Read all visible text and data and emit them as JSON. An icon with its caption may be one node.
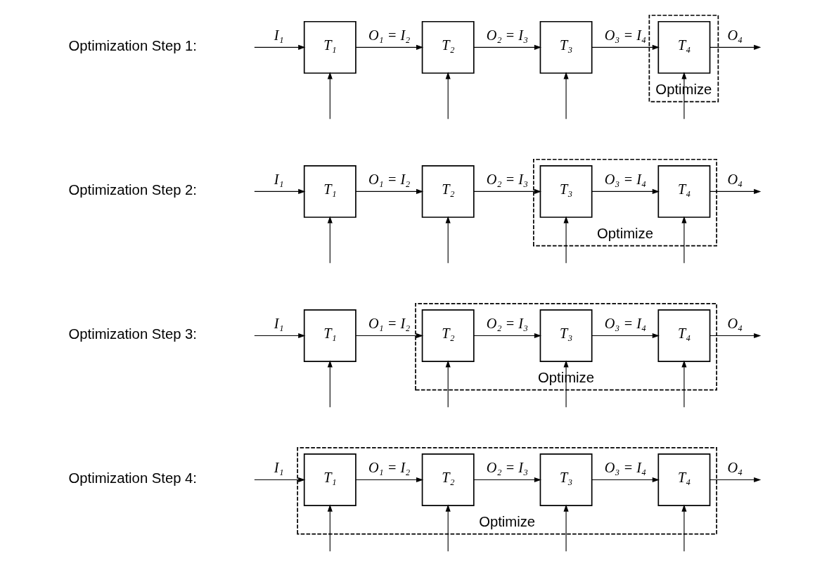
{
  "diagram": {
    "nodes": [
      {
        "text": [
          "T₁"
        ]
      },
      {
        "text": [
          "T₂"
        ]
      },
      {
        "text": [
          "T₃"
        ]
      },
      {
        "text": [
          "Optimize"
        ]
      },
      {
        "text": [
          "T₄"
        ],
        "in": 3
      },
      {
        "text": [
          "T₁"
        ]
      },
      {
        "text": [
          "T₂"
        ]
      },
      {
        "text": [
          "Optimize"
        ]
      },
      {
        "text": [
          "T₃"
        ],
        "in": 7
      },
      {
        "text": [
          "T₄"
        ],
        "in": 7
      },
      {
        "text": [
          "T₁"
        ]
      },
      {
        "text": [
          "Optimize"
        ]
      },
      {
        "text": [
          "T₂"
        ],
        "in": 11
      },
      {
        "text": [
          "T₃"
        ],
        "in": 11
      },
      {
        "text": [
          "T₄"
        ],
        "in": 11
      },
      {
        "text": [
          "Optimize"
        ]
      },
      {
        "text": [
          "T₁"
        ],
        "in": 15
      },
      {
        "text": [
          "T₂"
        ],
        "in": 15
      },
      {
        "text": [
          "T₃"
        ],
        "in": 15
      },
      {
        "text": [
          "T₄"
        ],
        "in": 15
      }
    ],
    "edges": [
      {
        "from": null,
        "to": 0,
        "arrow": "to",
        "label": "I₁"
      },
      {
        "from": 0,
        "to": 1,
        "arrow": "to",
        "label": "O₁ = I₂"
      },
      {
        "from": 1,
        "to": 2,
        "arrow": "to",
        "label": "O₂ = I₃"
      },
      {
        "from": 2,
        "to": 4,
        "arrow": "to",
        "label": "O₃ = I₄"
      },
      {
        "from": 4,
        "to": null,
        "arrow": "to",
        "label": "O₄"
      },
      {
        "from": null,
        "to": 0,
        "arrow": "to"
      },
      {
        "from": null,
        "to": 1,
        "arrow": "to"
      },
      {
        "from": null,
        "to": 2,
        "arrow": "to"
      },
      {
        "from": null,
        "to": 4,
        "arrow": "to"
      },
      {
        "from": null,
        "to": 5,
        "arrow": "to",
        "label": "I₁"
      },
      {
        "from": 5,
        "to": 6,
        "arrow": "to",
        "label": "O₁ = I₂"
      },
      {
        "from": 6,
        "to": 8,
        "arrow": "to",
        "label": "O₂ = I₃"
      },
      {
        "from": 8,
        "to": 9,
        "arrow": "to",
        "label": "O₃ = I₄"
      },
      {
        "from": 9,
        "to": null,
        "arrow": "to",
        "label": "O₄"
      },
      {
        "from": null,
        "to": 5,
        "arrow": "to"
      },
      {
        "from": null,
        "to": 6,
        "arrow": "to"
      },
      {
        "from": null,
        "to": 8,
        "arrow": "to"
      },
      {
        "from": null,
        "to": 9,
        "arrow": "to"
      },
      {
        "from": null,
        "to": 10,
        "arrow": "to",
        "label": "I₁"
      },
      {
        "from": 10,
        "to": 12,
        "arrow": "to",
        "label": "O₁ = I₂"
      },
      {
        "from": 12,
        "to": 13,
        "arrow": "to",
        "label": "O₂ = I₃"
      },
      {
        "from": 13,
        "to": 14,
        "arrow": "to",
        "label": "O₃ = I₄"
      },
      {
        "from": 14,
        "to": null,
        "arrow": "to",
        "label": "O₄"
      },
      {
        "from": null,
        "to": 10,
        "arrow": "to"
      },
      {
        "from": null,
        "to": 12,
        "arrow": "to"
      },
      {
        "from": null,
        "to": 13,
        "arrow": "to"
      },
      {
        "from": null,
        "to": 14,
        "arrow": "to"
      },
      {
        "from": null,
        "to": 16,
        "arrow": "to",
        "label": "I₁"
      },
      {
        "from": 16,
        "to": 17,
        "arrow": "to",
        "label": "O₁ = I₂"
      },
      {
        "from": 17,
        "to": 18,
        "arrow": "to",
        "label": "O₂ = I₃"
      },
      {
        "from": 18,
        "to": 19,
        "arrow": "to",
        "label": "O₃ = I₄"
      },
      {
        "from": 19,
        "to": null,
        "arrow": "to",
        "label": "O₄"
      },
      {
        "from": null,
        "to": 16,
        "arrow": "to"
      },
      {
        "from": null,
        "to": 17,
        "arrow": "to"
      },
      {
        "from": null,
        "to": 18,
        "arrow": "to"
      },
      {
        "from": null,
        "to": 19,
        "arrow": "to"
      }
    ],
    "labels": [
      "Optimization Step 1:",
      "Optimization Step 2:",
      "Optimization Step 3:",
      "Optimization Step 4:"
    ]
  }
}
